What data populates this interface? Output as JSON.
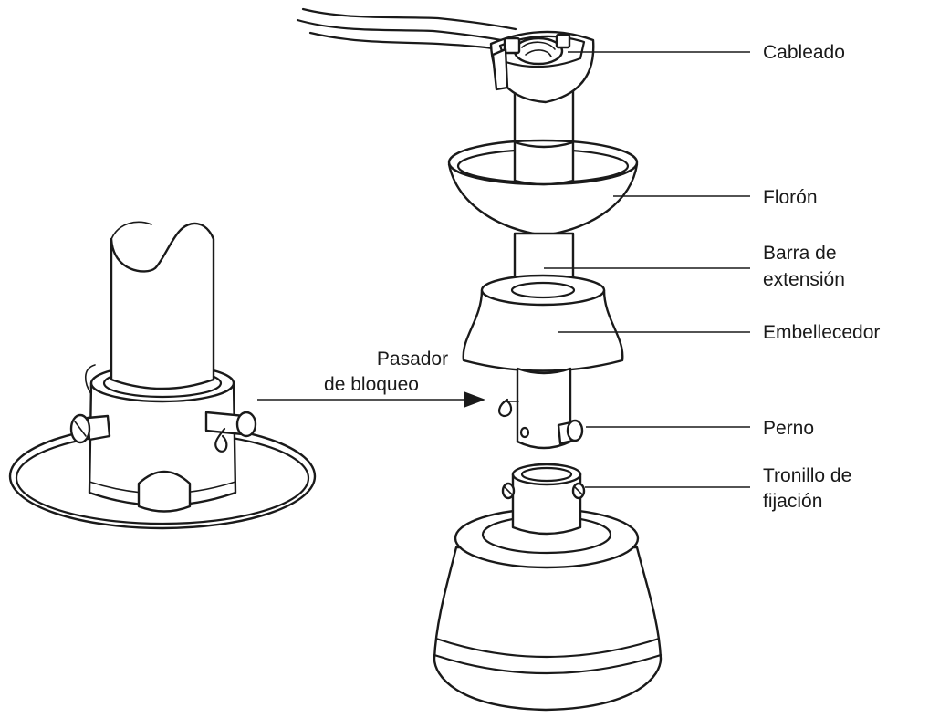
{
  "labels": {
    "cableado": "Cableado",
    "floron": "Florón",
    "barra_1": "Barra de",
    "barra_2": "extensión",
    "embellecedor": "Embellecedor",
    "perno": "Perno",
    "tornillo_1": "Tronillo de",
    "tornillo_2": "fijación",
    "pasador_1": "Pasador",
    "pasador_2": "de bloqueo"
  }
}
